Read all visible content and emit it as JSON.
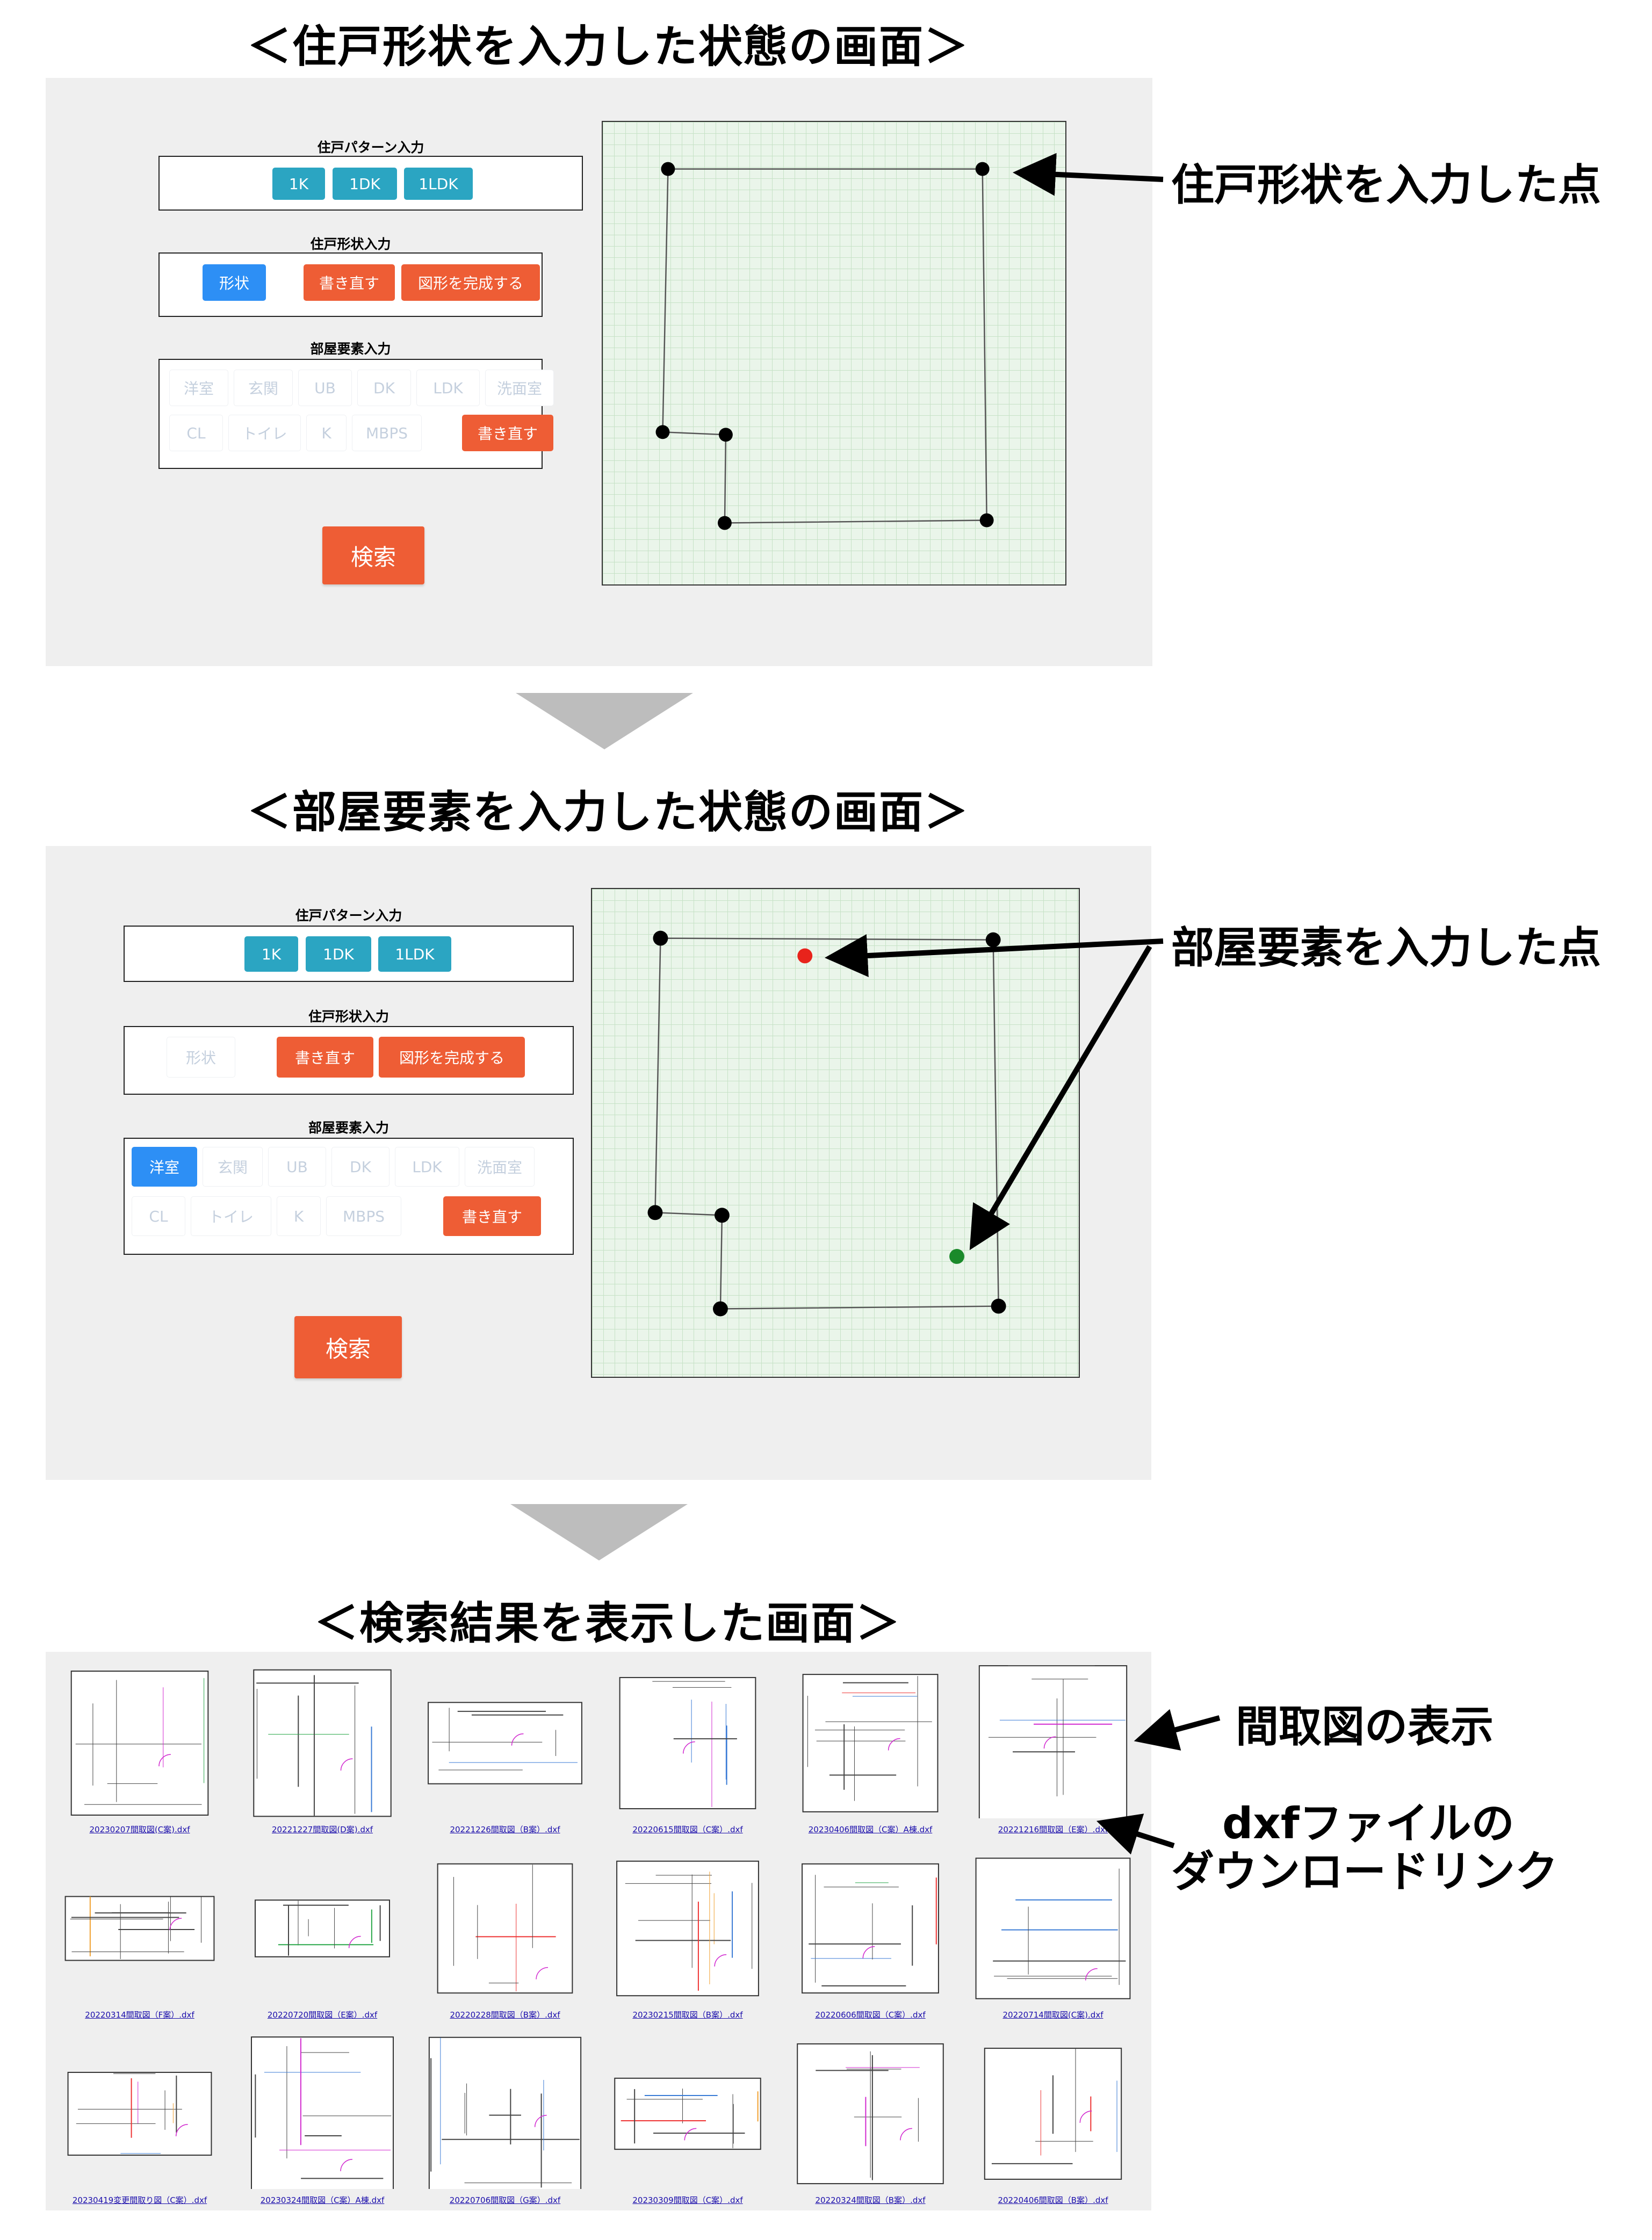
{
  "headings": {
    "step1": "＜住戸形状を入力した状態の画面＞",
    "step2": "＜部屋要素を入力した状態の画面＞",
    "step3": "＜検索結果を表示した画面＞"
  },
  "callouts": {
    "shape_points": "住戸形状を入力した点",
    "room_points": "部屋要素を入力した点",
    "floorplan_display": "間取図の表示",
    "dxf_link_line1": "dxfファイルの",
    "dxf_link_line2": "ダウンロードリンク"
  },
  "form": {
    "pattern_title": "住戸パターン入力",
    "pattern_buttons": [
      "1K",
      "1DK",
      "1LDK"
    ],
    "shape_title": "住戸形状入力",
    "shape_button": "形状",
    "redo_label": "書き直す",
    "complete_label": "図形を完成する",
    "room_title": "部屋要素入力",
    "room_row1": [
      "洋室",
      "玄関",
      "UB",
      "DK",
      "LDK",
      "洗面室"
    ],
    "room_row2": [
      "CL",
      "トイレ",
      "K",
      "MBPS"
    ],
    "search_label": "検索"
  },
  "results": [
    [
      "20230207間取図(C案).dxf",
      "20221227間取図(D案).dxf",
      "20221226間取図（B案）.dxf",
      "20220615間取図（C案）.dxf",
      "20230406間取図（C案）A棟.dxf",
      "20221216間取図（E案）.dxf"
    ],
    [
      "20220314間取図（F案）.dxf",
      "20220720間取図（E案）.dxf",
      "20220228間取図（B案）.dxf",
      "20230215間取図（B案）.dxf",
      "20220606間取図（C案）.dxf",
      "20220714間取図(C案).dxf"
    ],
    [
      "20230419変更間取り図（C案）.dxf",
      "20230324間取図（C案）A棟.dxf",
      "20220706間取図（G案）.dxf",
      "20230309間取図（C案）.dxf",
      "20220324間取図（B案）.dxf",
      "20220406間取図（B案）.dxf"
    ]
  ],
  "colors": {
    "teal": "#2ba5c2",
    "blue": "#2d8ff5",
    "orange": "#ee5d35",
    "panel": "#efefef",
    "room_point_red": "#e8231b",
    "room_point_green": "#1a8a2a"
  }
}
